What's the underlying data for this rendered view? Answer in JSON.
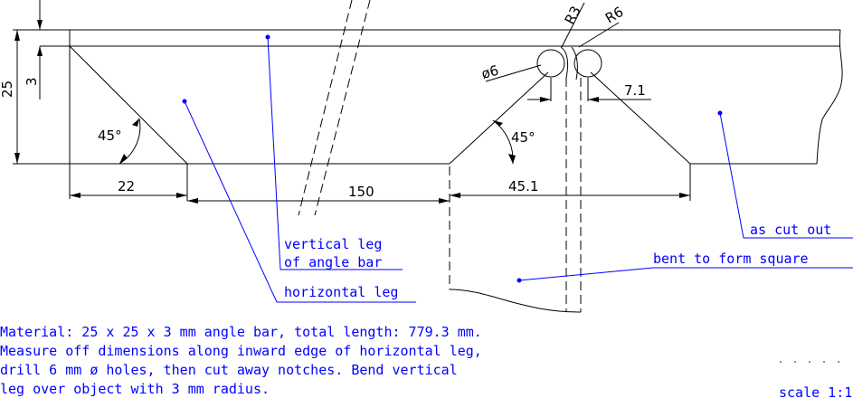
{
  "dimensions": {
    "d25": "25",
    "d3": "3",
    "d22": "22",
    "d150": "150",
    "d45_1": "45.1",
    "d7_1": "7.1",
    "angle_left": "45°",
    "angle_right": "45°",
    "r3": "R3",
    "r6": "R6",
    "hole": "ø6"
  },
  "labels": {
    "vertical_leg_1": "vertical leg",
    "vertical_leg_2": "of angle bar",
    "horizontal_leg": "horizontal leg",
    "as_cut_out": "as cut out",
    "bent": "bent to form square",
    "scale": "scale 1:1"
  },
  "notes": [
    "Material: 25 x 25 x 3 mm angle bar, total length: 779.3 mm.",
    "Measure off dimensions along inward edge of horizontal leg,",
    "drill 6 mm ø holes, then cut away notches. Bend vertical",
    "leg over object with 3 mm radius."
  ],
  "colors": {
    "annotation": "#0000ff",
    "geometry": "#000000"
  }
}
